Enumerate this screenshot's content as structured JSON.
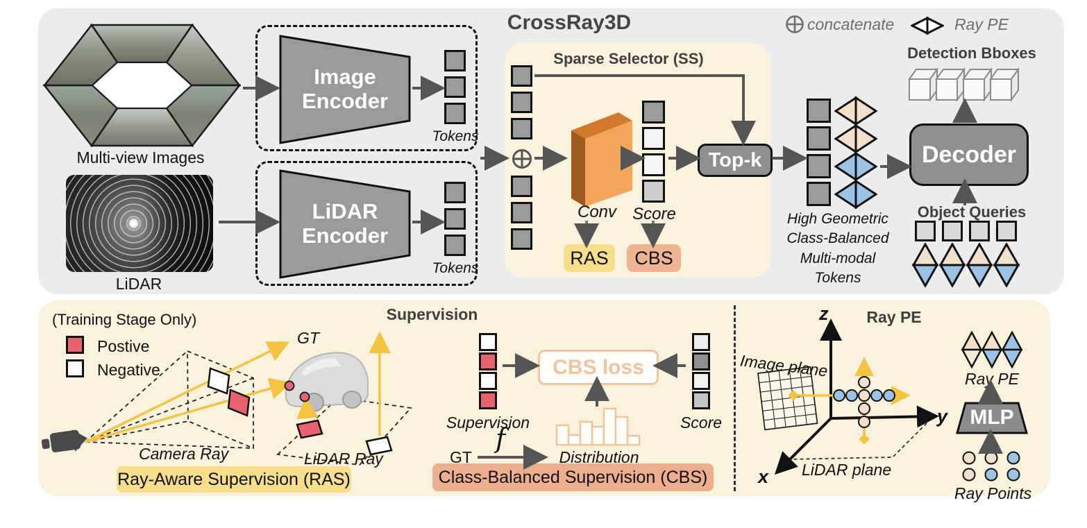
{
  "title": "CrossRay3D",
  "legend": {
    "concatenate_label": "concatenate",
    "ray_pe_label": "Ray PE"
  },
  "inputs": {
    "multiview_label": "Multi-view Images",
    "lidar_label": "LiDAR"
  },
  "encoders": {
    "image_line1": "Image",
    "image_line2": "Encoder",
    "lidar_line1": "LiDAR",
    "lidar_line2": "Encoder",
    "image_tokens_label": "Tokens",
    "lidar_tokens_label": "Tokens"
  },
  "sparse_selector": {
    "title": "Sparse Selector (SS)",
    "conv_label": "Conv",
    "score_label": "Score",
    "topk_label": "Top-k",
    "ras_label": "RAS",
    "cbs_label": "CBS"
  },
  "tokens_out": {
    "caption_line1": "High Geometric",
    "caption_line2": "Class-Balanced",
    "caption_line3": "Multi-modal Tokens"
  },
  "decoder_label": "Decoder",
  "detection_bboxes_label": "Detection Bboxes",
  "object_queries_label": "Object Queries",
  "supervision": {
    "panel_title": "Supervision",
    "training_note": "(Training Stage Only)",
    "positive_label": "Postive",
    "negative_label": "Negative",
    "gt_label": "GT",
    "camera_ray_label": "Camera Ray",
    "lidar_ray_label": "LiDAR Ray",
    "ras_title": "Ray-Aware Supervision (RAS)",
    "supervision_col_label": "Supervision",
    "cbs_loss_label": "CBS loss",
    "score_col_label": "Score",
    "gt2_label": "GT",
    "f_label": "f",
    "distribution_label": "Distribution",
    "cbs_title": "Class-Balanced Supervision (CBS)",
    "distribution_bars": [
      28,
      14,
      33,
      26,
      52,
      40,
      13
    ]
  },
  "ray_pe": {
    "panel_title": "Ray PE",
    "axis_x": "x",
    "axis_y": "y",
    "axis_z": "z",
    "image_plane_label": "Image plane",
    "lidar_plane_label": "LiDAR plane",
    "ray_pe_label": "Ray PE",
    "mlp_label": "MLP",
    "ray_points_label": "Ray Points"
  },
  "colors": {
    "panel_gray": "#ECECEC",
    "panel_cream": "#FAF2DC",
    "token_gray": "#9A9A9A",
    "box_gray": "#8F8F8F",
    "positive_red": "#E8636F",
    "pe_peach": "#F2DFCC",
    "pe_blue": "#9CC2E5",
    "ray_yellow": "#F5C344",
    "ras_yellow": "#F6DE8C",
    "cbs_salmon": "#EFB593",
    "cbs_loss_peach": "#F2C49E",
    "conv_orange": "#F3A55C"
  }
}
